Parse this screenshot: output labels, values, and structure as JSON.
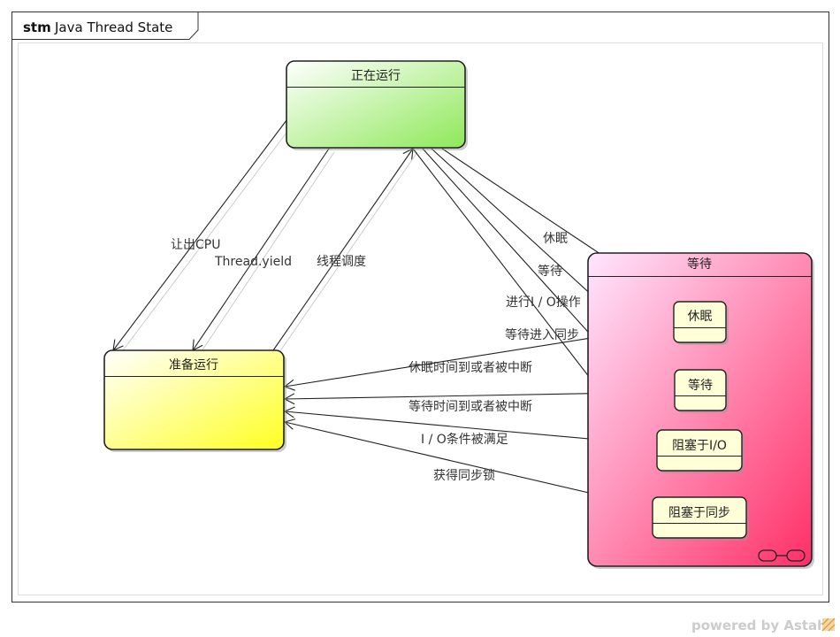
{
  "frame": {
    "keyword": "stm",
    "name": "Java Thread State"
  },
  "states": {
    "running": "正在运行",
    "ready": "准备运行",
    "waiting": "等待",
    "sleeping": "休眠",
    "waiting_sub": "等待",
    "blocked_io": "阻塞于I/O",
    "blocked_sync": "阻塞于同步"
  },
  "transitions": {
    "yield_cpu": "让出CPU",
    "thread_yield": "Thread.yield",
    "thread_schedule": "线程调度",
    "to_sleep": "休眠",
    "to_wait": "等待",
    "to_io": "进行I / O操作",
    "to_sync": "等待进入同步",
    "sleep_done": "休眠时间到或者被中断",
    "wait_done": "等待时间到或者被中断",
    "io_done": "I / O条件被满足",
    "lock_acquired": "获得同步锁"
  },
  "colors": {
    "running_gradient": [
      "#ffffff",
      "#8ee85a"
    ],
    "ready_gradient": [
      "#ffffff",
      "#ffff22"
    ],
    "waiting_gradient": [
      "#ffe0ff",
      "#ff2f66"
    ],
    "substate_fill": "#ffffd8"
  },
  "footer": {
    "powered_by": "powered by Astah"
  }
}
